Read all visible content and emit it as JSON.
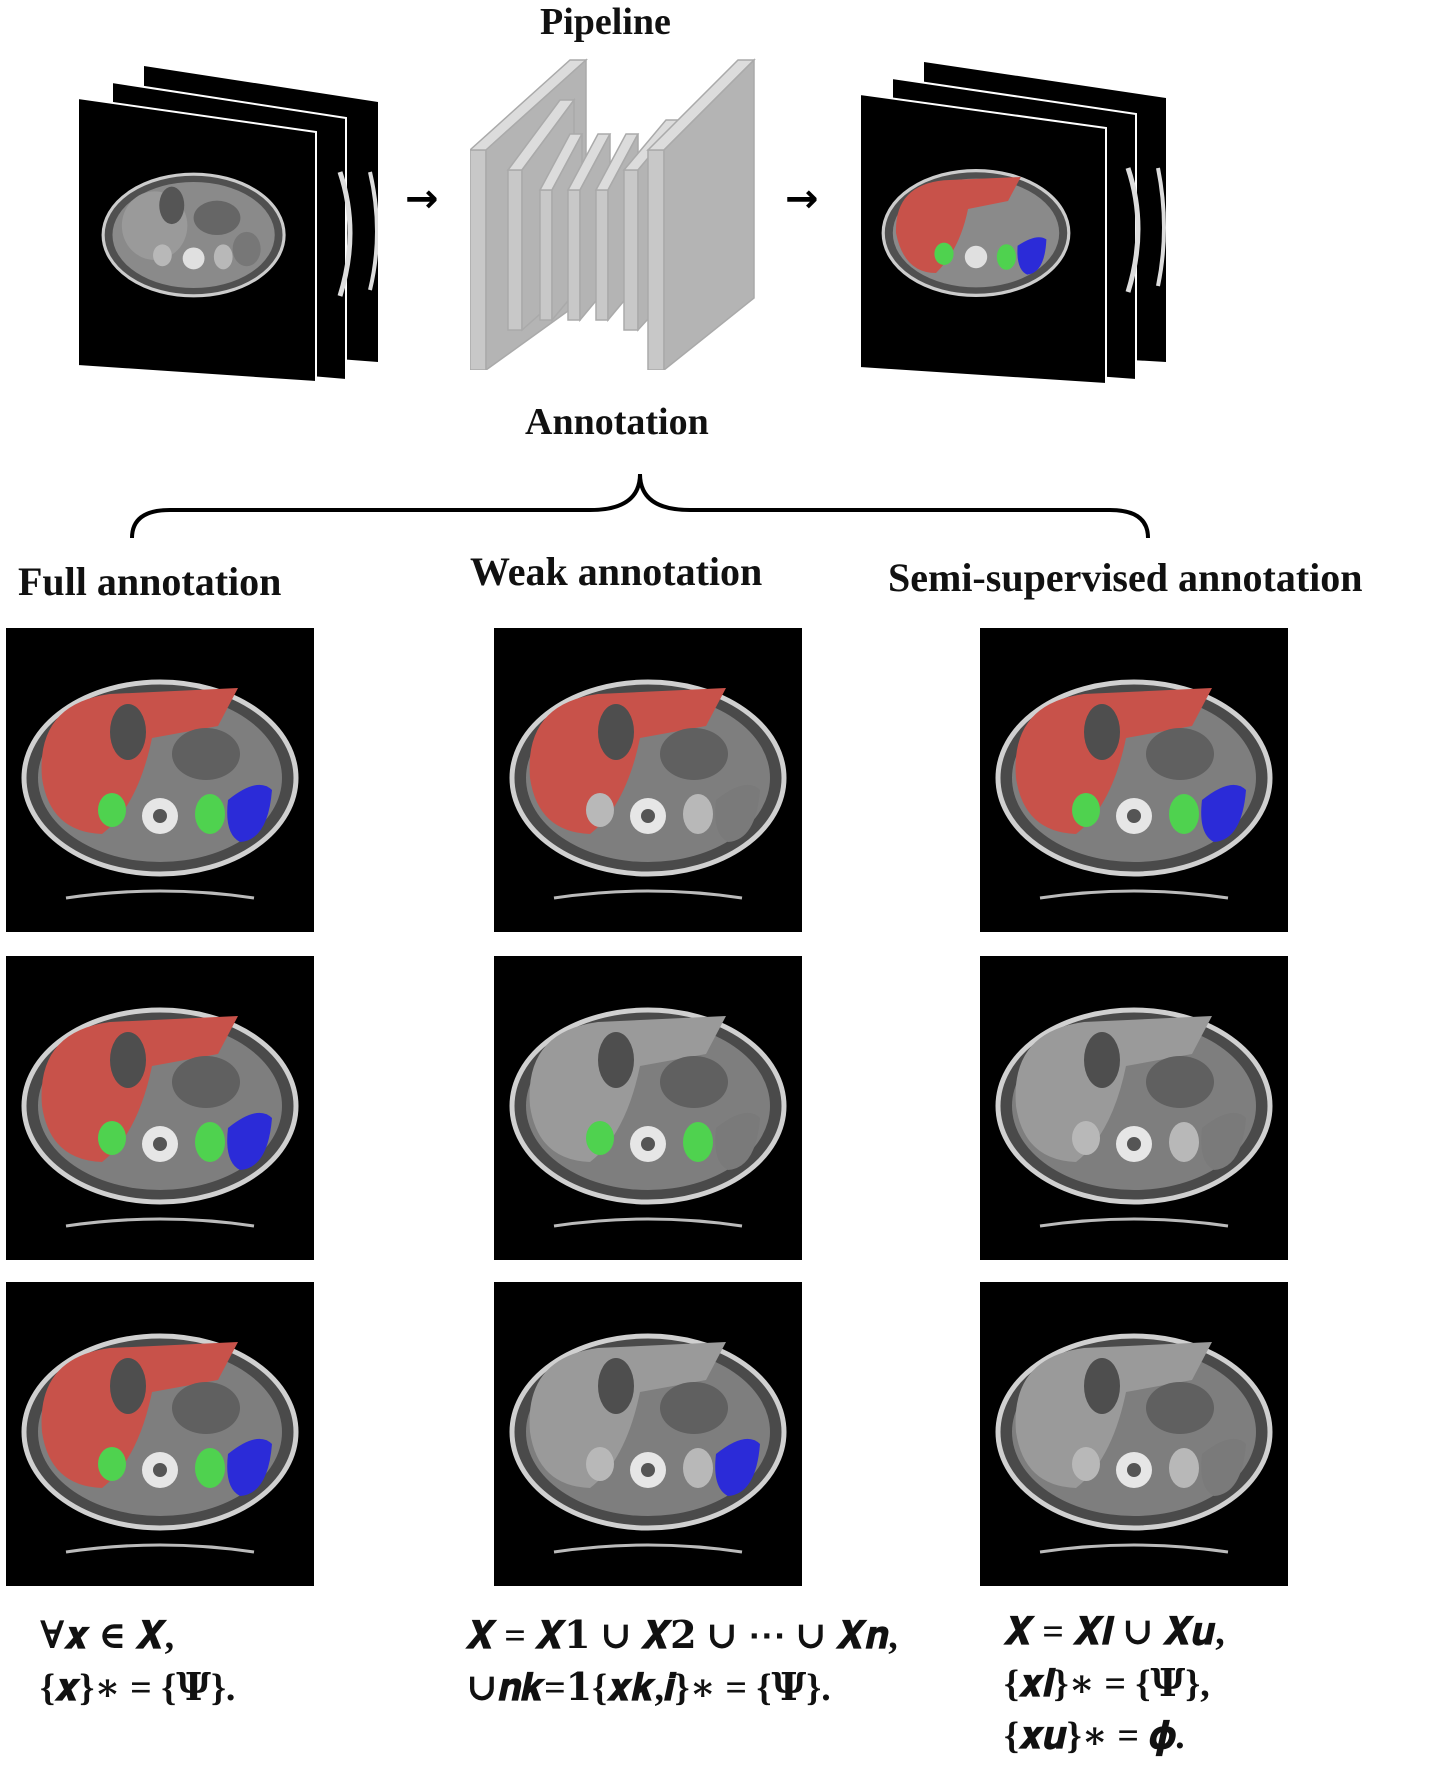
{
  "pipeline": {
    "title": "Pipeline",
    "subtitle": "Annotation"
  },
  "columns": [
    {
      "title": "Full annotation",
      "slices": [
        {
          "liver": true,
          "kidneys": true,
          "spleen": true
        },
        {
          "liver": true,
          "kidneys": true,
          "spleen": true
        },
        {
          "liver": true,
          "kidneys": true,
          "spleen": true
        }
      ],
      "formula_lines": [
        "∀𝒙 ∈ 𝑿,",
        "{𝒙}∗ = {𝚿}."
      ]
    },
    {
      "title": "Weak annotation",
      "slices": [
        {
          "liver": true,
          "kidneys": false,
          "spleen": false
        },
        {
          "liver": false,
          "kidneys": true,
          "spleen": false
        },
        {
          "liver": false,
          "kidneys": false,
          "spleen": true
        }
      ],
      "formula_lines": [
        "𝑿 = 𝑿𝟏 ∪ 𝑿𝟐 ∪ ⋯ ∪ 𝑿𝒏,",
        "∪𝒏𝒌=𝟏{𝒙𝒌,𝒊}∗ = {𝚿}."
      ]
    },
    {
      "title": "Semi-supervised annotation",
      "slices": [
        {
          "liver": true,
          "kidneys": true,
          "spleen": true
        },
        {
          "liver": false,
          "kidneys": false,
          "spleen": false
        },
        {
          "liver": false,
          "kidneys": false,
          "spleen": false
        }
      ],
      "formula_lines": [
        "𝑿 = 𝑿𝒍 ∪ 𝑿𝒖,",
        "{𝒙𝒍}∗ = {𝚿},",
        "{𝒙𝒖}∗ = 𝝓."
      ]
    }
  ],
  "colors": {
    "liver": "#c8524a",
    "kidney": "#4fd24f",
    "spleen": "#2b2bd8",
    "network": "#c8c8c8"
  }
}
